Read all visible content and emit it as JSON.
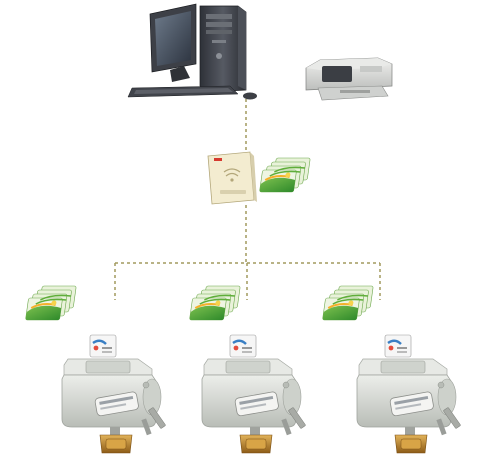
{
  "diagram": {
    "nodes": [
      {
        "id": "computer",
        "icon": "desktop-computer-icon"
      },
      {
        "id": "printer",
        "icon": "printer-icon"
      },
      {
        "id": "card-reader",
        "icon": "card-reader-icon"
      },
      {
        "id": "card-stack-top",
        "icon": "ic-card-stack-icon"
      },
      {
        "id": "card-stack-left",
        "icon": "ic-card-stack-icon"
      },
      {
        "id": "card-stack-middle",
        "icon": "ic-card-stack-icon"
      },
      {
        "id": "card-stack-right",
        "icon": "ic-card-stack-icon"
      },
      {
        "id": "meter-left",
        "icon": "prepaid-water-meter-icon"
      },
      {
        "id": "meter-middle",
        "icon": "prepaid-water-meter-icon"
      },
      {
        "id": "meter-right",
        "icon": "prepaid-water-meter-icon"
      }
    ],
    "edges": [
      {
        "from": "computer",
        "to": "card-reader",
        "style": "dashed"
      },
      {
        "from": "card-reader",
        "to": "meter-left",
        "style": "dashed"
      },
      {
        "from": "card-reader",
        "to": "meter-middle",
        "style": "dashed"
      },
      {
        "from": "card-reader",
        "to": "meter-right",
        "style": "dashed"
      }
    ],
    "colors": {
      "connector": "#a29a5e",
      "card_green": "#5fae3a",
      "meter_body": "#d9dcd8",
      "brass_fitting": "#c8902e",
      "reader_body": "#f3ecd0",
      "monitor": "#3d4047"
    }
  }
}
